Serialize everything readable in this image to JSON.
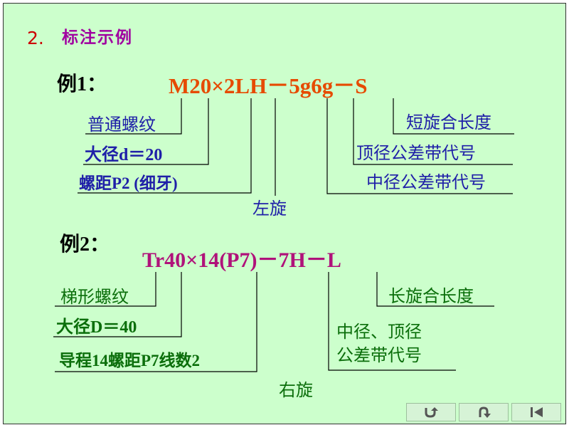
{
  "section": {
    "number": "2.",
    "title": "标注示例"
  },
  "example1": {
    "label": "例1：",
    "code": "M20×2LH－5g6g－S",
    "annotations": {
      "thread_type": "普通螺纹",
      "major_diameter": "大径d＝20",
      "pitch": "螺距P2 (细牙)",
      "direction": "左旋",
      "length": "短旋合长度",
      "crest_tolerance": "顶径公差带代号",
      "pitch_tolerance": "中径公差带代号"
    }
  },
  "example2": {
    "label": "例2：",
    "code": "Tr40×14(P7)－7H－L",
    "annotations": {
      "thread_type": "梯形螺纹",
      "major_diameter": "大径D＝40",
      "lead": "导程14螺距P7线数2",
      "direction": "右旋",
      "length": "长旋合长度",
      "tolerance_line1": "中径、顶径",
      "tolerance_line2": "公差带代号"
    }
  },
  "nav": {
    "buttons": [
      "return-icon",
      "undo-icon",
      "first-page-icon"
    ]
  },
  "colors": {
    "background": "#ccffcc",
    "section_number": "#cc0000",
    "section_title": "#a000a0",
    "example1_code": "#e64a00",
    "example2_code": "#b0127a",
    "example1_annotations": "#1f1fa8",
    "example2_annotations": "#0b6e0b"
  }
}
